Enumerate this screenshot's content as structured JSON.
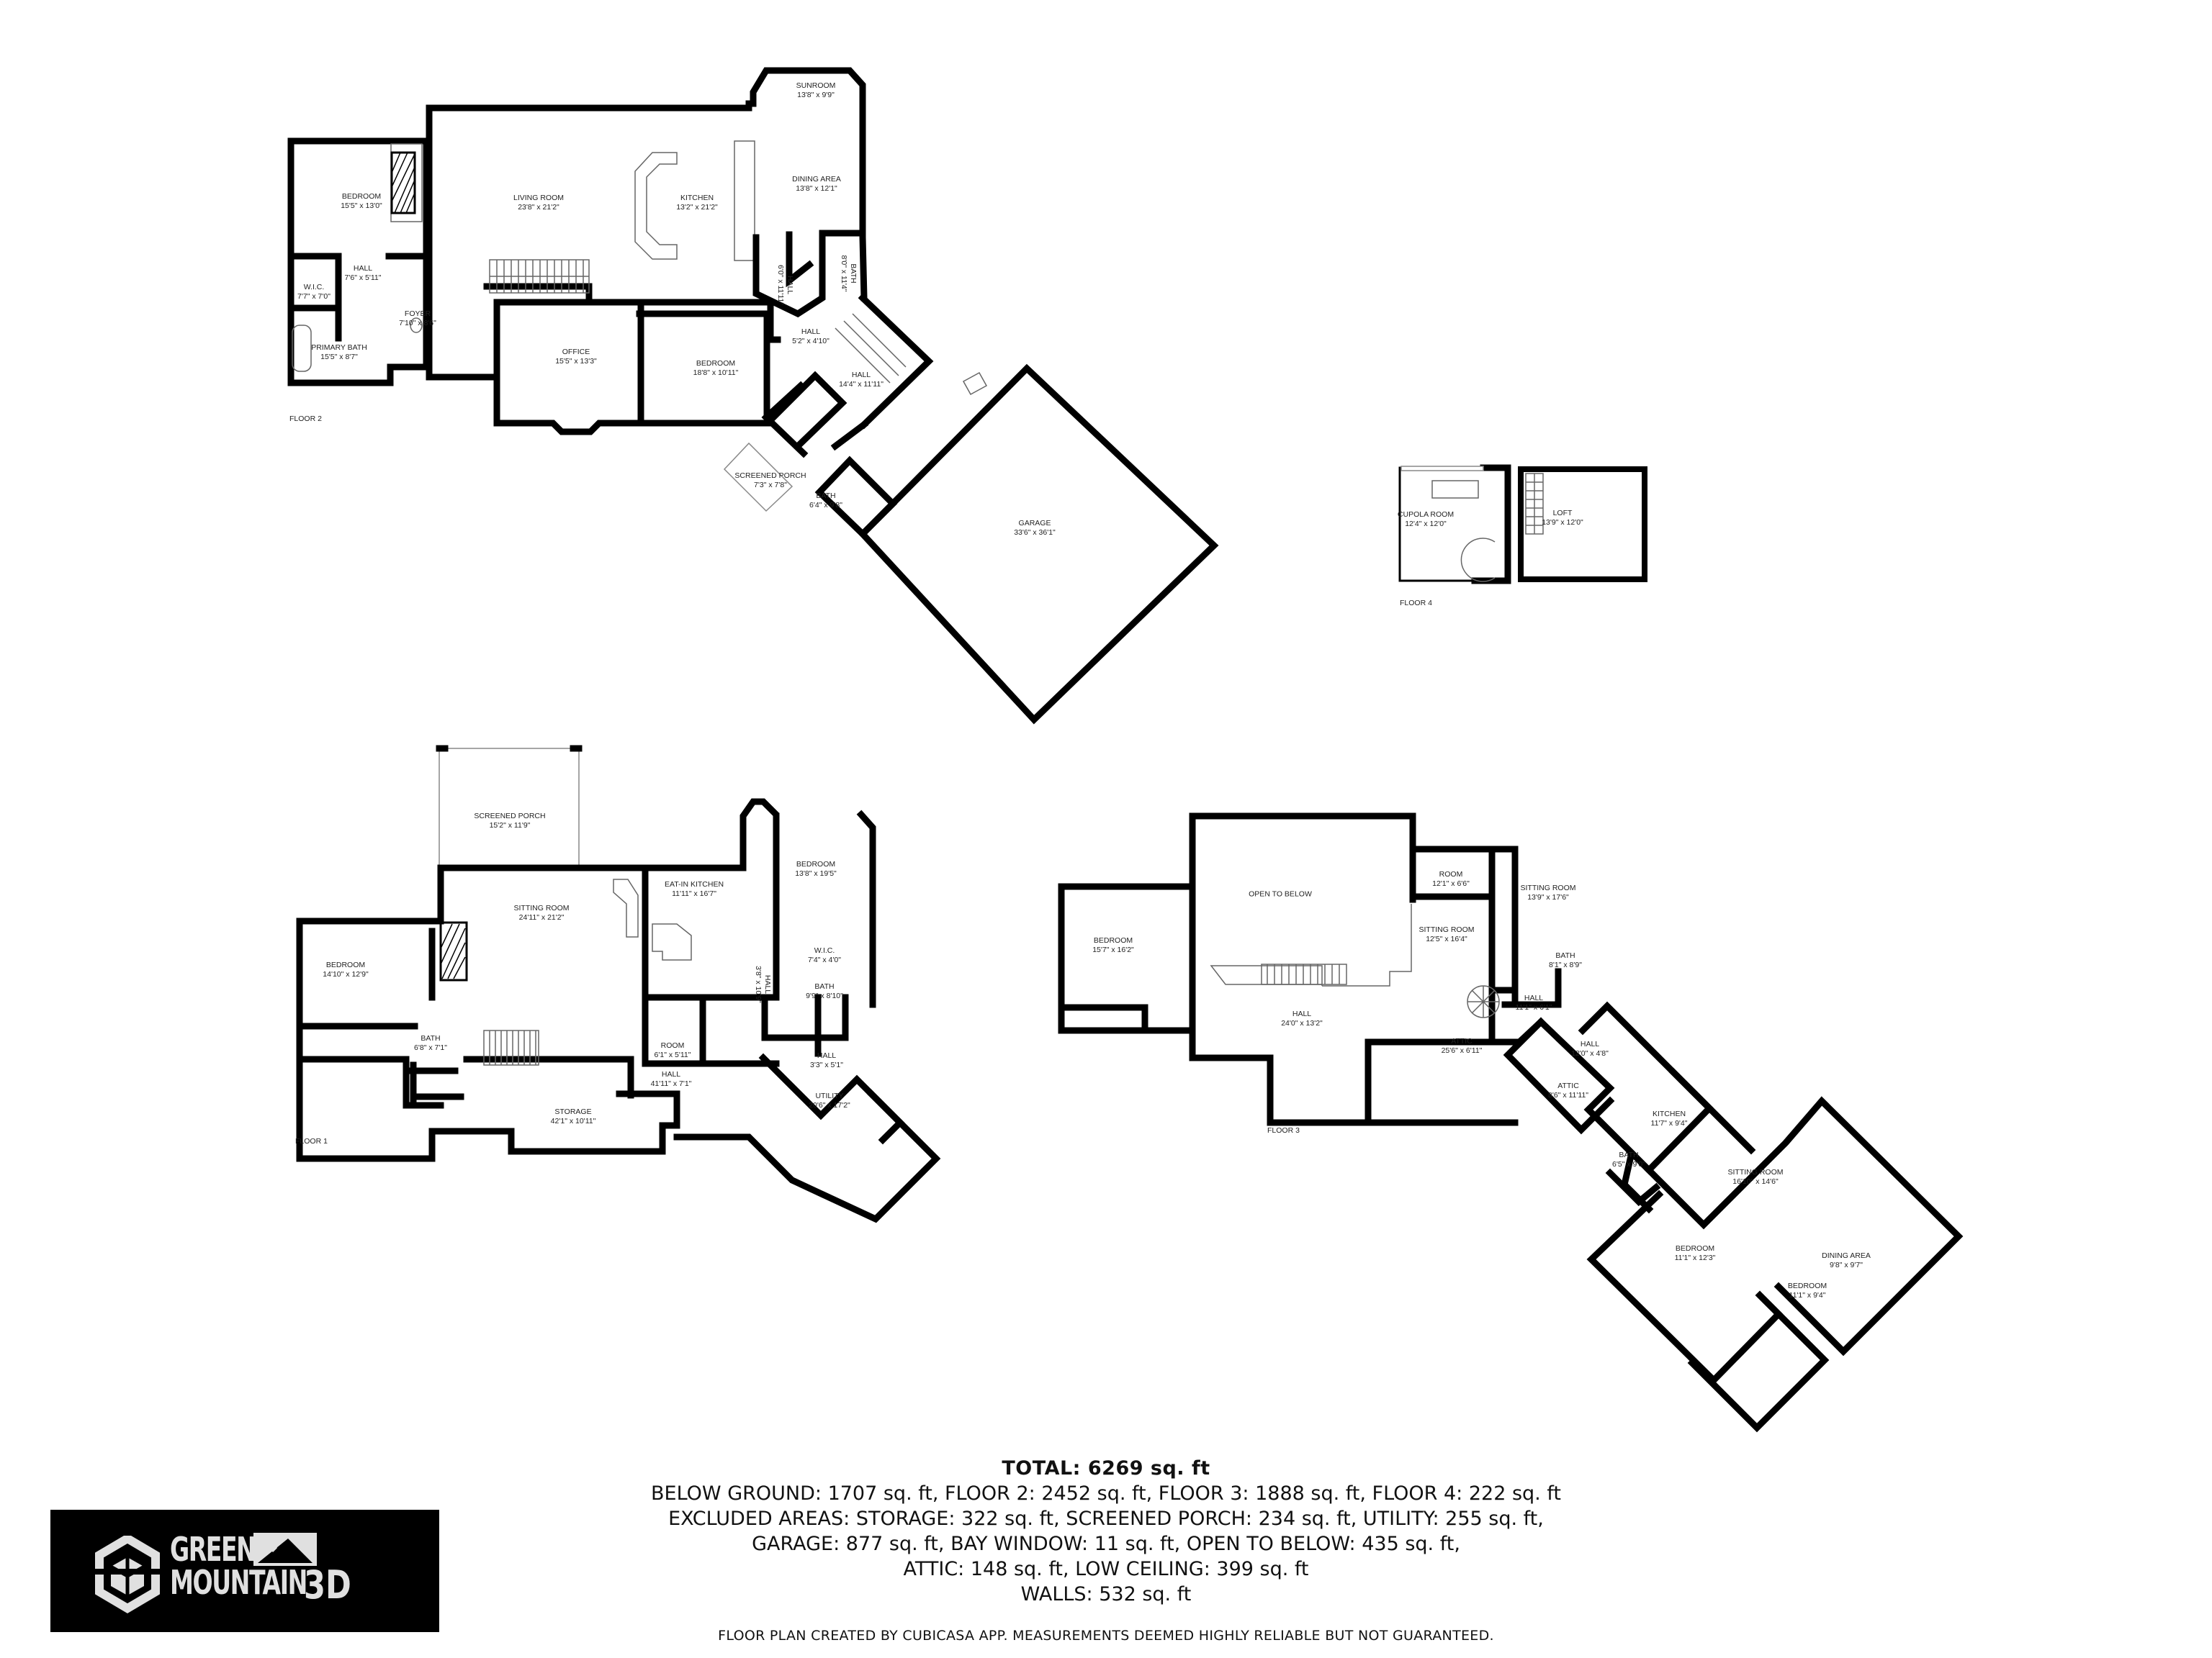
{
  "floors": [
    {
      "id": "floor2",
      "label": "FLOOR 2",
      "rooms": [
        {
          "name": "BEDROOM",
          "dims": "15'5\" x 13'0\""
        },
        {
          "name": "LIVING ROOM",
          "dims": "23'8\" x 21'2\""
        },
        {
          "name": "KITCHEN",
          "dims": "13'2\" x 21'2\""
        },
        {
          "name": "SUNROOM",
          "dims": "13'8\" x 9'9\""
        },
        {
          "name": "DINING AREA",
          "dims": "13'8\" x 12'1\""
        },
        {
          "name": "W.I.C.",
          "dims": "7'7\" x 7'0\""
        },
        {
          "name": "HALL",
          "dims": "7'6\" x 5'11\""
        },
        {
          "name": "PRIMARY BATH",
          "dims": "15'5\" x 8'7\""
        },
        {
          "name": "FOYER",
          "dims": "7'10\" x 8'6\""
        },
        {
          "name": "OFFICE",
          "dims": "15'5\" x 13'3\""
        },
        {
          "name": "BEDROOM",
          "dims": "18'8\" x 10'11\""
        },
        {
          "name": "HALL",
          "dims": "6'0\" x 11'11\""
        },
        {
          "name": "BATH",
          "dims": "8'0\" x 11'4\""
        },
        {
          "name": "HALL",
          "dims": "5'2\" x 4'10\""
        },
        {
          "name": "HALL",
          "dims": "14'4\" x 11'11\""
        },
        {
          "name": "SCREENED PORCH",
          "dims": "7'3\" x 7'8\""
        },
        {
          "name": "BATH",
          "dims": "6'4\" x 9'8\""
        },
        {
          "name": "GARAGE",
          "dims": "33'6\" x 36'1\""
        }
      ]
    },
    {
      "id": "floor4",
      "label": "FLOOR 4",
      "rooms": [
        {
          "name": "CUPOLA ROOM",
          "dims": "12'4\" x 12'0\""
        },
        {
          "name": "LOFT",
          "dims": "13'9\" x 12'0\""
        }
      ]
    },
    {
      "id": "floor1",
      "label": "FLOOR 1",
      "rooms": [
        {
          "name": "SCREENED PORCH",
          "dims": "15'2\" x 11'9\""
        },
        {
          "name": "BEDROOM",
          "dims": "14'10\" x 12'9\""
        },
        {
          "name": "SITTING ROOM",
          "dims": "24'11\" x 21'2\""
        },
        {
          "name": "EAT-IN KITCHEN",
          "dims": "11'11\" x 16'7\""
        },
        {
          "name": "BEDROOM",
          "dims": "13'8\" x 19'5\""
        },
        {
          "name": "W.I.C.",
          "dims": "7'4\" x 4'0\""
        },
        {
          "name": "HALL",
          "dims": "3'8\" x 10'9\""
        },
        {
          "name": "BATH",
          "dims": "6'8\" x 7'1\""
        },
        {
          "name": "ROOM",
          "dims": "6'1\" x 5'11\""
        },
        {
          "name": "BATH",
          "dims": "9'9\" x 8'10\""
        },
        {
          "name": "HALL",
          "dims": "41'11\" x 7'1\""
        },
        {
          "name": "STORAGE",
          "dims": "42'1\" x 10'11\""
        },
        {
          "name": "HALL",
          "dims": "3'3\" x 5'1\""
        },
        {
          "name": "UTILITY",
          "dims": "20'6\" x 17'2\""
        }
      ]
    },
    {
      "id": "floor3",
      "label": "FLOOR 3",
      "rooms": [
        {
          "name": "OPEN TO BELOW",
          "dims": ""
        },
        {
          "name": "BEDROOM",
          "dims": "15'7\" x 16'2\""
        },
        {
          "name": "ROOM",
          "dims": "12'1\" x 6'6\""
        },
        {
          "name": "SITTING ROOM",
          "dims": "13'9\" x 17'6\""
        },
        {
          "name": "SITTING ROOM",
          "dims": "12'5\" x 16'4\""
        },
        {
          "name": "BATH",
          "dims": "8'1\" x 8'9\""
        },
        {
          "name": "HALL",
          "dims": "11'1\" x 6'1\""
        },
        {
          "name": "HALL",
          "dims": "24'0\" x 13'2\""
        },
        {
          "name": "ATTIC",
          "dims": "25'6\" x 6'11\""
        },
        {
          "name": "HALL",
          "dims": "12'0\" x 4'8\""
        },
        {
          "name": "ATTIC",
          "dims": "8'6\" x 11'11\""
        },
        {
          "name": "KITCHEN",
          "dims": "11'7\" x 9'4\""
        },
        {
          "name": "BATH",
          "dims": "6'5\" x 9'0\""
        },
        {
          "name": "SITTING ROOM",
          "dims": "16'10\" x 14'6\""
        },
        {
          "name": "BEDROOM",
          "dims": "11'1\" x 12'3\""
        },
        {
          "name": "DINING AREA",
          "dims": "9'8\" x 9'7\""
        },
        {
          "name": "BEDROOM",
          "dims": "11'1\" x 9'4\""
        }
      ]
    }
  ],
  "summary": {
    "total": "TOTAL: 6269 sq. ft",
    "lines": [
      "BELOW GROUND: 1707 sq. ft, FLOOR 2: 2452 sq. ft, FLOOR 3: 1888 sq. ft, FLOOR 4: 222 sq. ft",
      "EXCLUDED AREAS: STORAGE: 322 sq. ft, SCREENED PORCH: 234 sq. ft, UTILITY: 255 sq. ft,",
      "GARAGE: 877 sq. ft, BAY WINDOW: 11 sq. ft, OPEN TO BELOW: 435 sq. ft,",
      "ATTIC: 148 sq. ft, LOW CEILING: 399 sq. ft",
      "WALLS: 532 sq. ft"
    ]
  },
  "disclaimer": "FLOOR PLAN CREATED BY CUBICASA APP. MEASUREMENTS DEEMED HIGHLY RELIABLE BUT NOT GUARANTEED.",
  "logo": {
    "line1": "GREEN",
    "line2": "MOUNTAIN",
    "suffix": "3D",
    "icon": "hexagon-cube-icon",
    "mountain_icon": "mountain-icon",
    "background": "#000000",
    "foreground": "#e0e0e0"
  }
}
